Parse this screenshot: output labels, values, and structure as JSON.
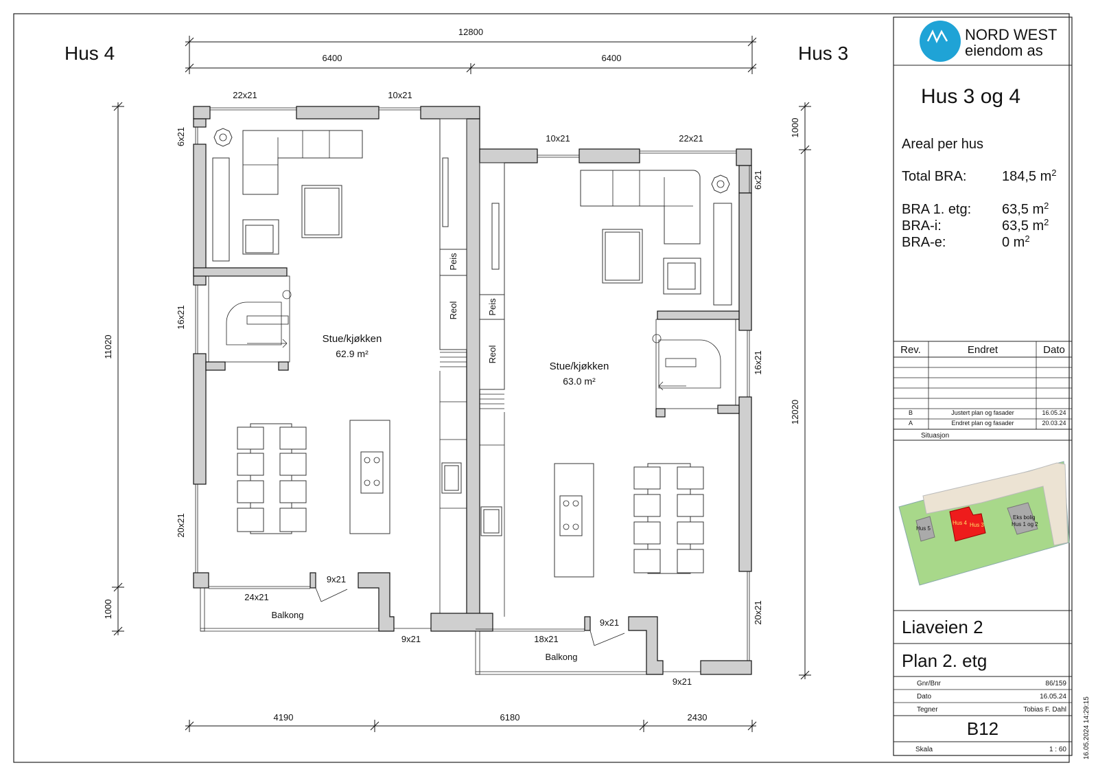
{
  "drawing": {
    "left_label": "Hus 4",
    "right_label": "Hus 3",
    "dims_top": {
      "total": "12800",
      "left_half": "6400",
      "right_half": "6400"
    },
    "dims_bottom": {
      "a": "4190",
      "b": "6180",
      "c": "2430"
    },
    "dims_left": {
      "upper": "11020",
      "lower": "1000"
    },
    "dims_right": {
      "upper": "1000",
      "lower": "12020"
    },
    "hus4": {
      "window_top_left": "22x21",
      "window_top_mid": "10x21",
      "window_side_upper": "6x21",
      "window_side_mid": "16x21",
      "window_side_lower": "20x21",
      "room_name": "Stue/kjøkken",
      "room_area": "62.9 m²",
      "peis": "Peis",
      "reol": "Reol",
      "balcony": "Balkong",
      "balcony_window": "24x21",
      "balcony_door": "9x21",
      "door_bottom": "9x21"
    },
    "hus3": {
      "window_top_left": "10x21",
      "window_top_right": "22x21",
      "window_side_upper": "6x21",
      "window_side_mid": "16x21",
      "window_side_lower": "20x21",
      "room_name": "Stue/kjøkken",
      "room_area": "63.0 m²",
      "peis": "Peis",
      "reol": "Reol",
      "balcony": "Balkong",
      "balcony_window": "18x21",
      "balcony_door": "9x21",
      "door_bottom": "9x21"
    }
  },
  "title_block": {
    "company_line1": "NORD WEST",
    "company_line2": "eiendom as",
    "project_title": "Hus 3 og 4",
    "area_heading": "Areal per hus",
    "areas": [
      {
        "label": "Total BRA:",
        "value": "184,5 m",
        "sup": "2"
      },
      {
        "label": "BRA 1. etg:",
        "value": "63,5 m",
        "sup": "2"
      },
      {
        "label": "BRA-i:",
        "value": "63,5 m",
        "sup": "2"
      },
      {
        "label": "BRA-e:",
        "value": "0 m",
        "sup": "2"
      }
    ],
    "rev_headers": {
      "rev": "Rev.",
      "changed": "Endret",
      "date": "Dato"
    },
    "revisions": [
      {
        "rev": "B",
        "changed": "Justert plan og fasader",
        "date": "16.05.24"
      },
      {
        "rev": "A",
        "changed": "Endret plan og fasader",
        "date": "20.03.24"
      }
    ],
    "situation_label": "Situasjon",
    "site_labels": {
      "hus5": "Hus 5",
      "hus4": "Hus 4",
      "hus3": "Hus 3",
      "existing_l1": "Eks bolig",
      "existing_l2": "Hus 1 og 2"
    },
    "address": "Liaveien 2",
    "plan_name": "Plan 2. etg",
    "info": [
      {
        "label": "Gnr/Bnr",
        "value": "86/159"
      },
      {
        "label": "Dato",
        "value": "16.05.24"
      },
      {
        "label": "Tegner",
        "value": "Tobias F. Dahl"
      }
    ],
    "drawing_number": "B12",
    "scale_label": "Skala",
    "scale_value": "1 : 60",
    "timestamp": "16.05.2024 14:29:15"
  },
  "colors": {
    "wall": "#cfcfcf",
    "logo": "#1fa3d6",
    "lawn": "#a8d88a",
    "house_highlight": "#ee1c1c",
    "drive": "#ece3d3"
  }
}
